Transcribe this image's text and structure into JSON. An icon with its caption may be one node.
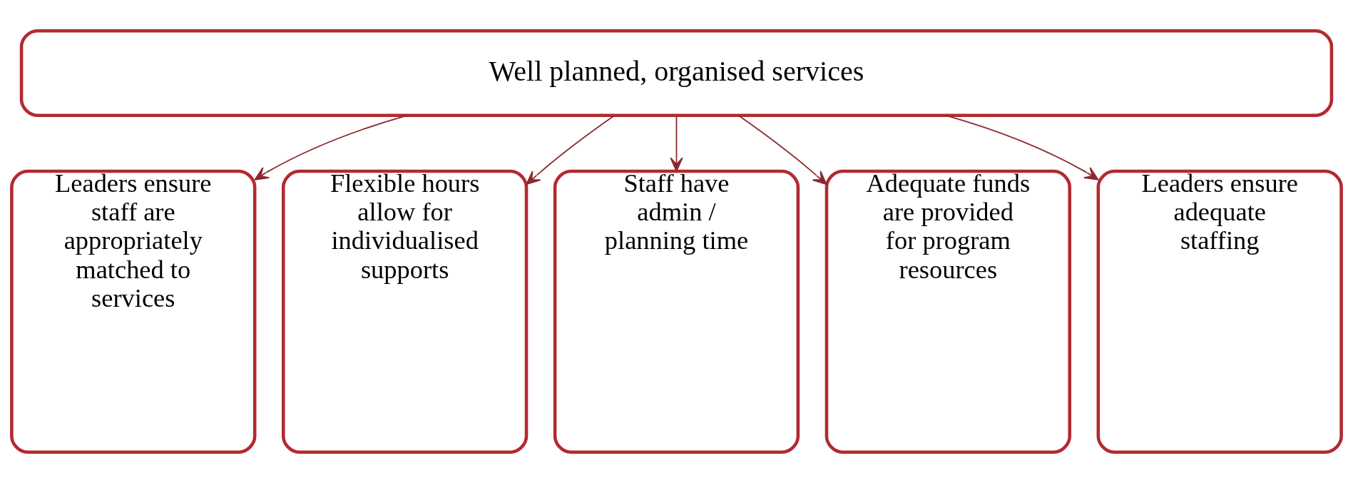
{
  "diagram": {
    "nodes": [
      {
        "text": [
          "Well planned, organised services"
        ]
      },
      {
        "text": [
          "Leaders ensure staff are appropriately matched to services"
        ]
      },
      {
        "text": [
          "Flexible hours allow for individualised supports"
        ]
      },
      {
        "text": [
          "Staff have admin / planning time"
        ]
      },
      {
        "text": [
          "Adequate funds are provided for program resources"
        ]
      },
      {
        "text": [
          "Leaders ensure adequate staffing"
        ]
      }
    ],
    "edges": [
      {
        "from": 0,
        "to": 1,
        "arrow": "to"
      },
      {
        "from": 0,
        "to": 2,
        "arrow": "to"
      },
      {
        "from": 0,
        "to": 3,
        "arrow": "to"
      },
      {
        "from": 0,
        "to": 4,
        "arrow": "to"
      },
      {
        "from": 0,
        "to": 5,
        "arrow": "to"
      }
    ]
  }
}
